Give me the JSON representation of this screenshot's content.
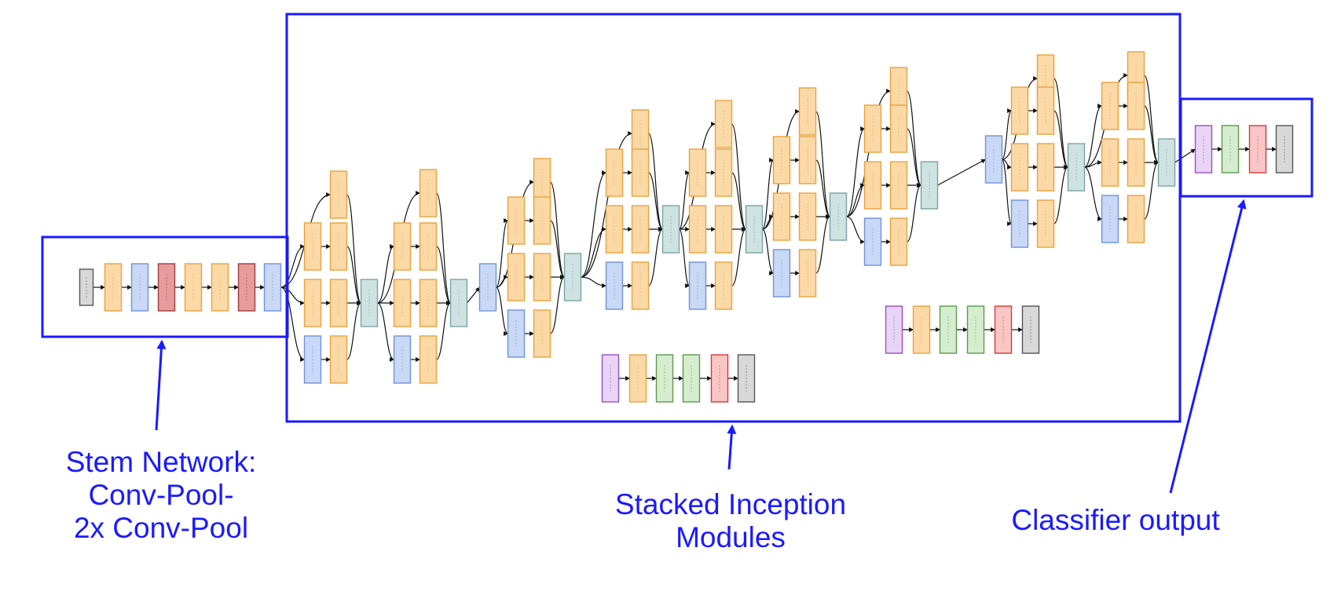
{
  "captions": {
    "stem": [
      "Stem Network:",
      "Conv-Pool-",
      "2x Conv-Pool"
    ],
    "inception": [
      "Stacked Inception",
      "Modules"
    ],
    "classifier": [
      "Classifier output"
    ]
  },
  "colors": {
    "callout": "#1a1aff",
    "conv": "#fbd9a7",
    "conv_border": "#e8a23c",
    "pool": "#c8d8f5",
    "pool_border": "#6f93d8",
    "lrn": "#e59c9c",
    "lrn_border": "#a33a3a",
    "concat": "#cfe2e2",
    "concat_border": "#7aa3a3",
    "avgpool": "#e8d4f5",
    "avgpool_border": "#9a4fc4",
    "fc": "#d6ecce",
    "fc_border": "#5c9a4e",
    "softmax_act": "#f9c6c6",
    "softmax_act_border": "#d93838",
    "softmax": "#d8d8d8",
    "softmax_border": "#555555"
  }
}
